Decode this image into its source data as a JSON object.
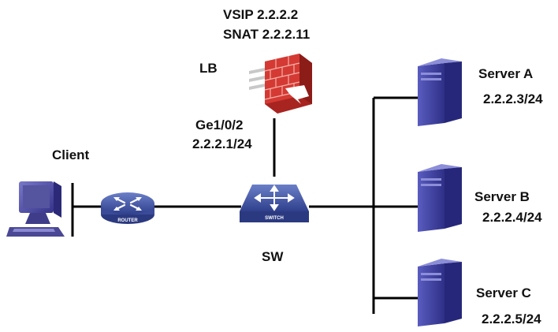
{
  "lb": {
    "vsip": "VSIP 2.2.2.2",
    "snat": "SNAT 2.2.2.11",
    "name": "LB",
    "port": "Ge1/0/2",
    "ip": "2.2.2.1/24",
    "icon": "firewall-icon",
    "color": "#c8322c"
  },
  "client": {
    "name": "Client",
    "icon": "pc-icon",
    "color": "#3f3d8a"
  },
  "router": {
    "icon_text": "ROUTER",
    "icon": "router-icon",
    "color": "#3b4b9a"
  },
  "switch": {
    "name": "SW",
    "icon_text": "SWITCH",
    "icon": "switch-icon",
    "color": "#3b4b9a"
  },
  "servers": [
    {
      "name": "Server A",
      "ip": "2.2.2.3/24",
      "icon": "server-icon"
    },
    {
      "name": "Server B",
      "ip": "2.2.2.4/24",
      "icon": "server-icon"
    },
    {
      "name": "Server C",
      "ip": "2.2.2.5/24",
      "icon": "server-icon"
    }
  ],
  "colors": {
    "server": "#3e3f9a",
    "line": "#000000"
  }
}
